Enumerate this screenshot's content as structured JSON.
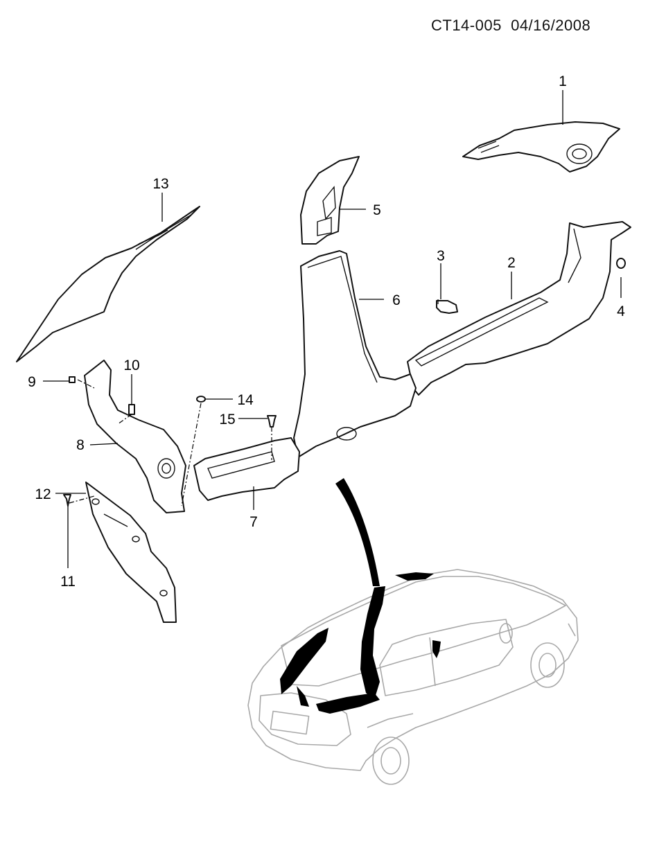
{
  "header": {
    "code": "CT14-005",
    "date": "04/16/2008"
  },
  "callouts": [
    "1",
    "2",
    "3",
    "4",
    "5",
    "6",
    "7",
    "8",
    "9",
    "10",
    "11",
    "12",
    "13",
    "14",
    "15"
  ]
}
